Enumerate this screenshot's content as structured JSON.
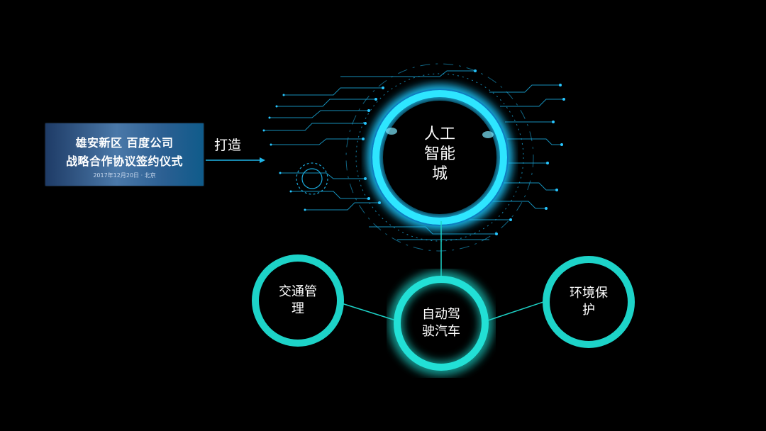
{
  "banner": {
    "line1": "雄安新区  百度公司",
    "line2": "战略合作协议签约仪式",
    "line3": "2017年12月20日 · 北京"
  },
  "arrow_label": "打造",
  "center": {
    "line1": "人工",
    "line2": "智能",
    "line3": "城"
  },
  "nodes": [
    {
      "line1": "交通管",
      "line2": "理"
    },
    {
      "line1": "自动驾",
      "line2": "驶汽车"
    },
    {
      "line1": "环境保",
      "line2": "护"
    }
  ],
  "colors": {
    "accent": "#1dd3c8",
    "glow": "#1ec8ff",
    "background": "#000000"
  }
}
